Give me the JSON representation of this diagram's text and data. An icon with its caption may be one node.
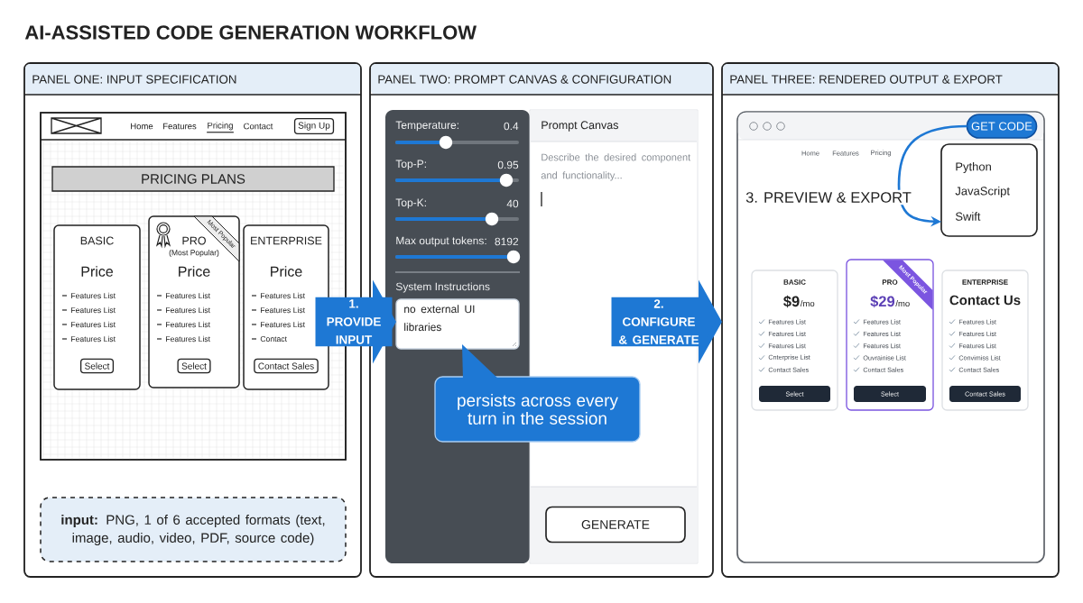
{
  "diagram": {
    "title": "AI-ASSISTED CODE GENERATION WORKFLOW",
    "nodes": [
      {
        "text": [
          "PANEL ONE: INPUT SPECIFICATION"
        ]
      },
      {
        "text": [
          "Home",
          "Features",
          "Pricing",
          "Contact",
          "Sign Up"
        ],
        "in": 0
      },
      {
        "text": [
          "PRICING PLANS"
        ],
        "in": 1
      },
      {
        "text": [
          "BASIC",
          "Price",
          "Features List",
          "Features List",
          "Features List",
          "Features List",
          "Select"
        ],
        "in": 1
      },
      {
        "text": [
          "PRO",
          "(Most Popular)",
          "Most Popular",
          "Price",
          "Features List",
          "Features List",
          "Features List",
          "Features List",
          "Select"
        ],
        "in": 1
      },
      {
        "text": [
          "ENTERPRISE",
          "Price",
          "Features List",
          "Features List",
          "Features List",
          "Contact",
          "Contact Sales"
        ],
        "in": 1
      },
      {
        "text": [
          "**input:** PNG, 1 of 6 accepted formats (text, image, audio, video, PDF, source code)"
        ],
        "in": 0
      },
      {
        "text": [
          "PANEL TWO: PROMPT CANVAS & CONFIGURATION"
        ]
      },
      {
        "text": [
          "Temperature:",
          "0.4",
          "Top-P:",
          "0.95",
          "Top-K:",
          "40",
          "Max output tokens:",
          "8192",
          "System Instructions"
        ],
        "in": 7
      },
      {
        "text": [
          "no external UI libraries"
        ],
        "in": 8
      },
      {
        "text": [
          "Prompt Canvas",
          "Describe the desired component and functionality..."
        ],
        "in": 7
      },
      {
        "text": [
          "GENERATE"
        ],
        "in": 10
      },
      {
        "text": [
          "persists across every turn in the session"
        ],
        "in": 7
      },
      {
        "text": [
          "PANEL THREE: RENDERED OUTPUT & EXPORT"
        ]
      },
      {
        "text": [
          "Home",
          "Features",
          "Pricing"
        ],
        "in": 13
      },
      {
        "text": [
          "GET CODE"
        ],
        "in": 14
      },
      {
        "text": [
          "Python",
          "JavaScript",
          "Swift"
        ],
        "in": 14
      },
      {
        "text": [
          "BASIC",
          "$9",
          "/mo",
          "Features List",
          "Features List",
          "Features List",
          "Cnterprise List",
          "Contact Sales",
          "Select"
        ],
        "in": 14
      },
      {
        "text": [
          "PRO",
          "Most Popular",
          "$29",
          "/mo",
          "Features List",
          "Features List",
          "Features List",
          "Ouvrainise List",
          "Contact Sales",
          "Select"
        ],
        "in": 14
      },
      {
        "text": [
          "ENTERPRISE",
          "Contact Us",
          "Features List",
          "Features List",
          "Features List",
          "Convimiss List",
          "Contact Sales",
          "Contact Sales"
        ],
        "in": 14
      }
    ],
    "edges": [
      {
        "from": 5,
        "to": 9,
        "arrow": "to",
        "label": "1. PROVIDE INPUT",
        "style": "thick"
      },
      {
        "from": 10,
        "to": 13,
        "arrow": "to",
        "label": "2. CONFIGURE & GENERATE",
        "style": "thick"
      },
      {
        "from": 15,
        "to": 16,
        "arrow": "to",
        "label": "3. PREVIEW & EXPORT"
      }
    ]
  }
}
